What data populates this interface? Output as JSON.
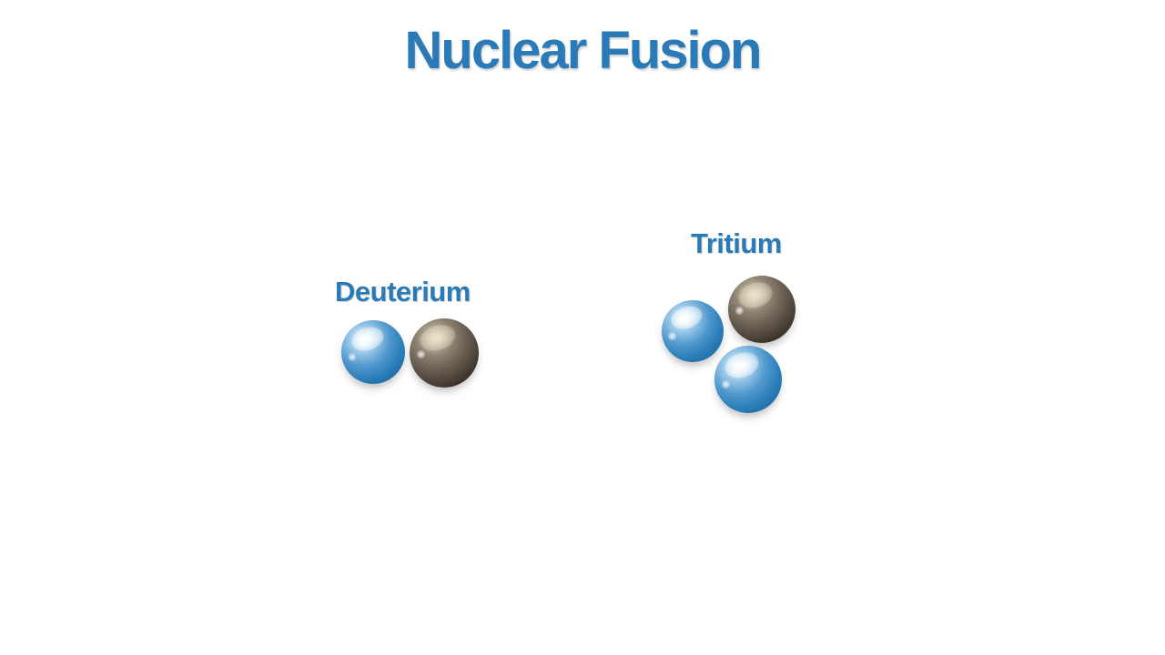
{
  "title": "Nuclear Fusion",
  "colors": {
    "accent": "#2b7ab8",
    "background": "#ffffff",
    "blue_particle": "#2e80ba",
    "dark_particle": "#4a4138"
  },
  "groups": [
    {
      "label": "Deuterium",
      "particles": [
        {
          "icon": "blue-particle-icon",
          "color": "#2e80ba"
        },
        {
          "icon": "dark-particle-icon",
          "color": "#4a4138"
        }
      ]
    },
    {
      "label": "Tritium",
      "particles": [
        {
          "icon": "blue-particle-icon",
          "color": "#2e80ba"
        },
        {
          "icon": "dark-particle-icon",
          "color": "#4a4138"
        },
        {
          "icon": "blue-particle-icon",
          "color": "#2e80ba"
        }
      ]
    }
  ]
}
